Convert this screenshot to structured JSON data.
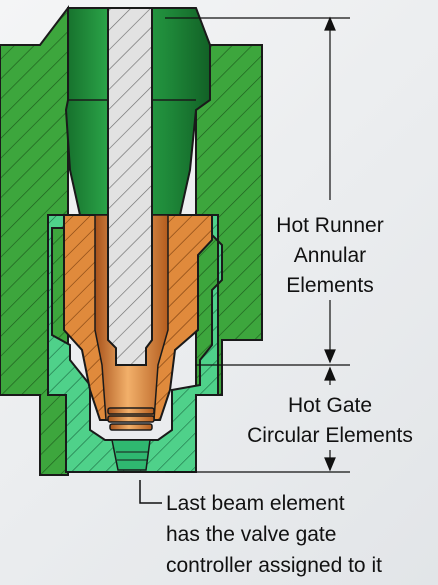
{
  "labels": {
    "runner_line1": "Hot Runner",
    "runner_line2": "Annular",
    "runner_line3": "Elements",
    "gate_line1": "Hot Gate",
    "gate_line2": "Circular Elements",
    "note_line1": "Last beam element",
    "note_line2": "has the valve gate",
    "note_line3": "controller assigned to it"
  },
  "colors": {
    "body_green": "#3da63d",
    "runner_green": "#1f8a3a",
    "nozzle_teal": "#4fd18a",
    "bushing_copper": "#d9782a",
    "pin_gray": "#d8d8d8",
    "outline": "#1a1a1a"
  }
}
